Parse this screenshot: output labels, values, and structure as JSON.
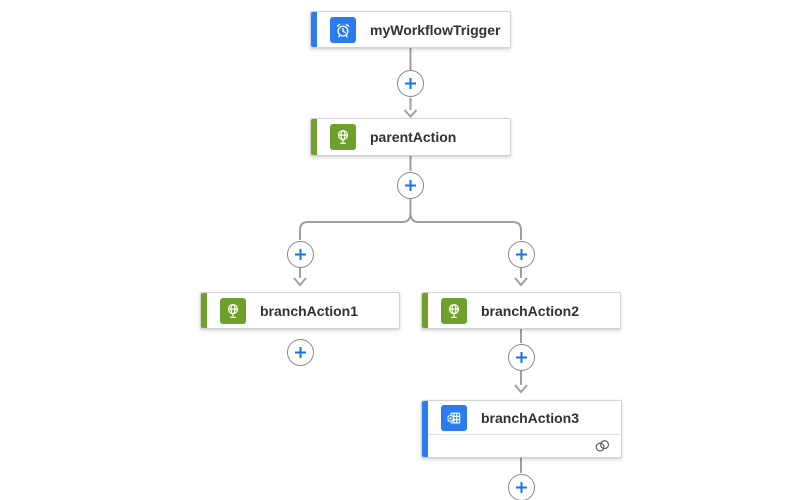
{
  "app": {
    "name": "Workflow designer canvas"
  },
  "colors": {
    "background": "#ffffff",
    "trigger_accent_blue": "#2b7cf0",
    "action_accent_green": "#6fa02b",
    "connector_gray": "#a19f9d",
    "plus_sign_blue": "#1673e6",
    "plus_border_gray": "#8a8886",
    "card_border": "#d6d4d2",
    "label_text": "#323130",
    "footer_icon_gray": "#605e5c"
  },
  "nodes": [
    {
      "id": "trigger",
      "label": "myWorkflowTrigger",
      "kind": "trigger",
      "icon": "alarm-clock-icon",
      "accent_color": "#2b7cf0"
    },
    {
      "id": "parentAction",
      "label": "parentAction",
      "kind": "action",
      "icon": "globe-icon",
      "accent_color": "#6fa02b"
    },
    {
      "id": "branchAction1",
      "label": "branchAction1",
      "kind": "action",
      "icon": "globe-icon",
      "accent_color": "#6fa02b"
    },
    {
      "id": "branchAction2",
      "label": "branchAction2",
      "kind": "action",
      "icon": "globe-icon",
      "accent_color": "#6fa02b"
    },
    {
      "id": "branchAction3",
      "label": "branchAction3",
      "kind": "action",
      "icon": "outlook-icon",
      "accent_color": "#2b7cf0",
      "footer_icon": "connection-icon"
    }
  ],
  "add_step_buttons": {
    "count": 7,
    "glyph": "plus-icon"
  }
}
